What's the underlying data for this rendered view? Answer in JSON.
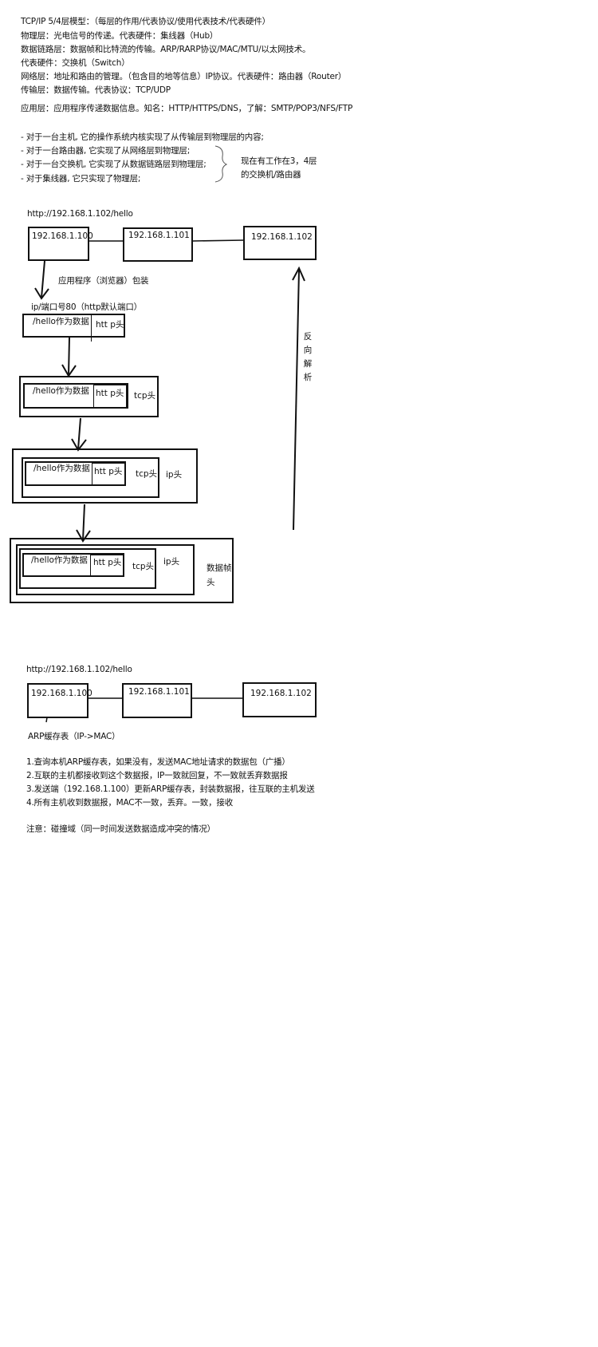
{
  "layers": {
    "title": "TCP/IP 5/4层模型：（每层的作用/代表协议/使用代表技术/代表硬件）",
    "physical": "物理层：光电信号的传递。代表硬件：集线器（Hub）",
    "datalink": "数据链路层：数据帧和比特流的传输。ARP/RARP协议/MAC/MTU/以太网技术。",
    "datalink_hw": "代表硬件：交换机（Switch）",
    "network": "网络层：地址和路由的管理。（包含目的地等信息）IP协议。代表硬件：路由器（Router）",
    "transport": "传输层：数据传输。代表协议：TCP/UDP",
    "application": "应用层：应用程序传递数据信息。知名：HTTP/HTTPS/DNS，了解：SMTP/POP3/NFS/FTP"
  },
  "notes": {
    "items": [
      "- 对于一台主机, 它的操作系统内核实现了从传输层到物理层的内容;",
      "- 对于一台路由器, 它实现了从网络层到物理层;",
      "- 对于一台交换机, 它实现了从数据链路层到物理层;",
      "- 对于集线器, 它只实现了物理层;"
    ],
    "brace_note_1": "现在有工作在3，4层",
    "brace_note_2": "的交换机/路由器"
  },
  "diagram1": {
    "url": "http://192.168.1.102/hello",
    "host_a": "192.168.1.100",
    "host_b": "192.168.1.101",
    "host_c": "192.168.1.102",
    "app_pack": "应用程序（浏览器）包装",
    "port_note": "ip/端口号80（http默认端口）",
    "data_label": "/hello作为数据",
    "http_header": "htt p头",
    "tcp_header": "tcp头",
    "ip_header": "ip头",
    "frame_header_1": "数据帧",
    "frame_header_2": "头",
    "reverse_parse": "反向解析"
  },
  "diagram2": {
    "url": "http://192.168.1.102/hello",
    "host_a": "192.168.1.100",
    "host_b": "192.168.1.101",
    "host_c": "192.168.1.102",
    "arp_cache": "ARP缓存表（IP->MAC）",
    "steps": [
      "1.查询本机ARP缓存表，如果没有，发送MAC地址请求的数据包（广播）",
      "2.互联的主机都接收到这个数据报，IP一致就回复，不一致就丢弃数据报",
      "3.发送端（192.168.1.100）更新ARP缓存表，封装数据报，往互联的主机发送",
      "4.所有主机收到数据报，MAC不一致，丢弃。一致，接收"
    ],
    "note": "注意：碰撞域（同一时间发送数据造成冲突的情况）"
  }
}
